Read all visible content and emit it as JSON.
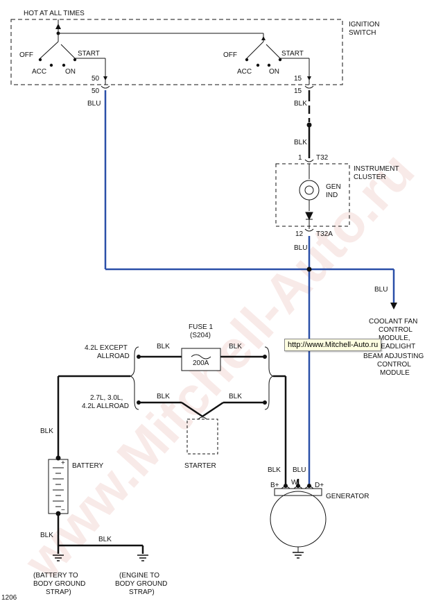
{
  "watermark": "www.Mitchell-Auto.ru",
  "tooltip": "http://www.Mitchell-Auto.ru",
  "labels": {
    "hot_at_all_times": "HOT AT ALL TIMES",
    "ignition_switch_1": "IGNITION",
    "ignition_switch_2": "SWITCH",
    "off_left": "OFF",
    "start_left": "START",
    "acc_left": "ACC",
    "on_left": "ON",
    "off_right": "OFF",
    "start_right": "START",
    "acc_right": "ACC",
    "on_right": "ON",
    "pin50_top": "50",
    "pin50_bot": "50",
    "pin15_top": "15",
    "pin15_bot": "15",
    "blu_left": "BLU",
    "blk_15": "BLK",
    "blk_t32": "BLK",
    "pin1": "1",
    "t32": "T32",
    "instrument_cluster_1": "INSTRUMENT",
    "instrument_cluster_2": "CLUSTER",
    "gen_ind_1": "GEN",
    "gen_ind_2": "IND",
    "pin12": "12",
    "t32a": "T32A",
    "blu_below_cluster": "BLU",
    "blu_branch": "BLU",
    "coolant_1": "COOLANT FAN",
    "coolant_2": "CONTROL",
    "coolant_3": "MODULE,",
    "coolant_4": "HEADLIGHT",
    "coolant_5": "BEAM ADJUSTING",
    "coolant_6": "CONTROL",
    "coolant_7": "MODULE",
    "fuse_1": "FUSE 1",
    "fuse_2": "(S204)",
    "fuse_amp": "200A",
    "blk_fuse_left": "BLK",
    "blk_fuse_right": "BLK",
    "except_1": "4.2L EXCEPT",
    "except_2": "ALLROAD",
    "engines_1": "2.7L, 3.0L,",
    "engines_2": "4.2L ALLROAD",
    "blk_starter_left": "BLK",
    "blk_starter_right": "BLK",
    "starter": "STARTER",
    "blk_batt": "BLK",
    "battery": "BATTERY",
    "batt_plus": "+",
    "batt_minus": "−",
    "blk_batt_low": "BLK",
    "blk_ground": "BLK",
    "ground_a_1": "(BATTERY TO",
    "ground_a_2": "BODY GROUND",
    "ground_a_3": "STRAP)",
    "ground_b_1": "(ENGINE TO",
    "ground_b_2": "BODY GROUND",
    "ground_b_3": "STRAP)",
    "blk_gen": "BLK",
    "blu_gen": "BLU",
    "gen_bplus": "B+",
    "gen_w": "W",
    "gen_dplus": "D+",
    "generator": "GENERATOR",
    "figure_no": "1206"
  },
  "colors": {
    "wire_blue": "#2a4fa8",
    "wire_black": "#111111",
    "watermark": "#c0392b"
  }
}
